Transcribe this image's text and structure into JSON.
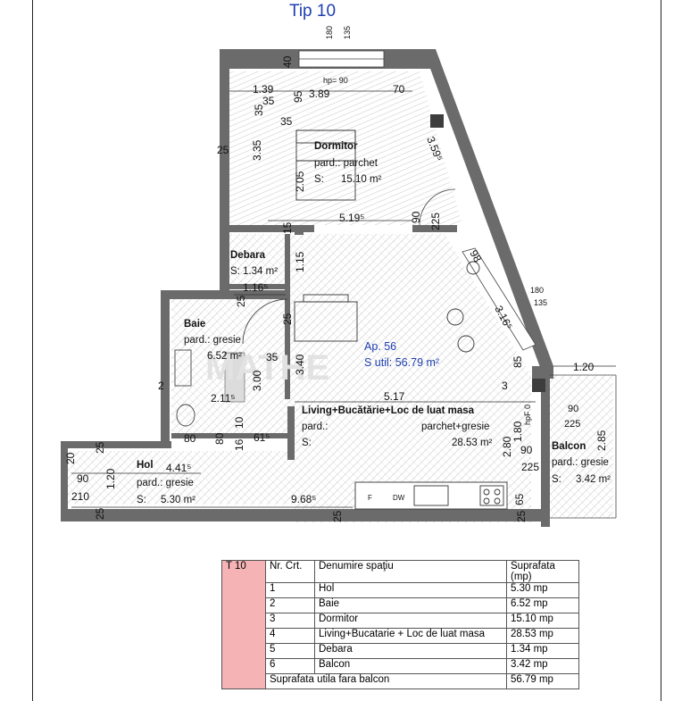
{
  "title": "Tip 10",
  "watermark": "MATHE",
  "colors": {
    "title": "#1e3fb0",
    "wall": "#6b6b6b",
    "table_code_bg": "#f6b3b6"
  },
  "rooms": {
    "dormitor": {
      "name": "Dormitor",
      "floor": "pard.: parchet",
      "area_label": "S:",
      "area": "15.10 m²"
    },
    "debara": {
      "name": "Debara",
      "area_text": "S: 1.34 m²"
    },
    "baie": {
      "name": "Baie",
      "floor": "pard.: gresie",
      "area": "6.52 m²"
    },
    "living": {
      "name": "Living+Bucătărie+Loc de luat masa",
      "floor": "pard.:",
      "floor_value": "parchet+gresie",
      "area_label": "S:",
      "area": "28.53 m²"
    },
    "hol": {
      "name": "Hol",
      "floor": "pard.: gresie",
      "area_label": "S:",
      "area": "5.30 m²"
    },
    "balcon": {
      "name": "Balcon",
      "floor": "pard.: gresie",
      "area_label": "S:",
      "area": "3.42 m²"
    }
  },
  "apartment": {
    "label": "Ap. 56",
    "useful_area": "S util: 56.79 m²"
  },
  "kitchen": {
    "fridge": "F",
    "dishwasher": "DW"
  },
  "dimensions": {
    "top_180": "180",
    "top_135": "135",
    "top_40": "40",
    "hp90": "hp= 90",
    "d_139": "1.39",
    "d_35a": "35",
    "d_95": "95",
    "d_389": "3.89",
    "d_70": "70",
    "d_35b": "35",
    "d_35c": "35",
    "d_335": "3.35",
    "d_25a": "25",
    "d_205": "2.05",
    "d_3595": "3.59⁵",
    "d_5195": "5.19⁵",
    "d_90a": "90",
    "d_225a": "225",
    "d_15": "15",
    "d_98": "98",
    "d_115": "1.15",
    "d_1165": "1.16⁵",
    "d_25b": "25",
    "d_180b": "180",
    "d_135b": "135",
    "d_3165": "3.16⁵",
    "d_300": "3.00",
    "d_35d": "35",
    "d_340": "3.40",
    "d_2": "2",
    "d_2115": "2.11⁵",
    "d_3": "3",
    "d_085": "85",
    "d_120": "1.20",
    "d_517": "5.17",
    "d_80a": "80",
    "d_80b": "80",
    "d_10": "10",
    "d_615": "61⁵",
    "d_16": "16",
    "d_25c": "25",
    "d_hpf0": "hpF 0",
    "d_90b": "90",
    "d_225b": "225",
    "d_280": "2.80",
    "d_180c": "1.80",
    "d_90c": "90",
    "d_285": "2.85",
    "d_225c": "225",
    "d_20": "20",
    "d_90d": "90",
    "d_120b": "1.20",
    "d_4415": "4.41⁵",
    "d_210": "210",
    "d_9685": "9.68⁵",
    "d_65": "65",
    "d_25d": "25",
    "d_25e": "25",
    "d_25f": "25",
    "d_25g": "25"
  },
  "legend_table": {
    "code": "T 10",
    "headers": {
      "nr": "Nr. Crt.",
      "name": "Denumire spaţiu",
      "area": "Suprafata (mp)"
    },
    "rows": [
      {
        "nr": "1",
        "name": "Hol",
        "area": "5.30 mp"
      },
      {
        "nr": "2",
        "name": "Baie",
        "area": "6.52 mp"
      },
      {
        "nr": "3",
        "name": "Dormitor",
        "area": "15.10 mp"
      },
      {
        "nr": "4",
        "name": "Living+Bucatarie + Loc de luat masa",
        "area": "28.53 mp"
      },
      {
        "nr": "5",
        "name": "Debara",
        "area": "1.34 mp"
      },
      {
        "nr": "6",
        "name": "Balcon",
        "area": "3.42 mp"
      }
    ],
    "total": {
      "label": "Suprafata utila fara balcon",
      "area": "56.79 mp"
    }
  }
}
